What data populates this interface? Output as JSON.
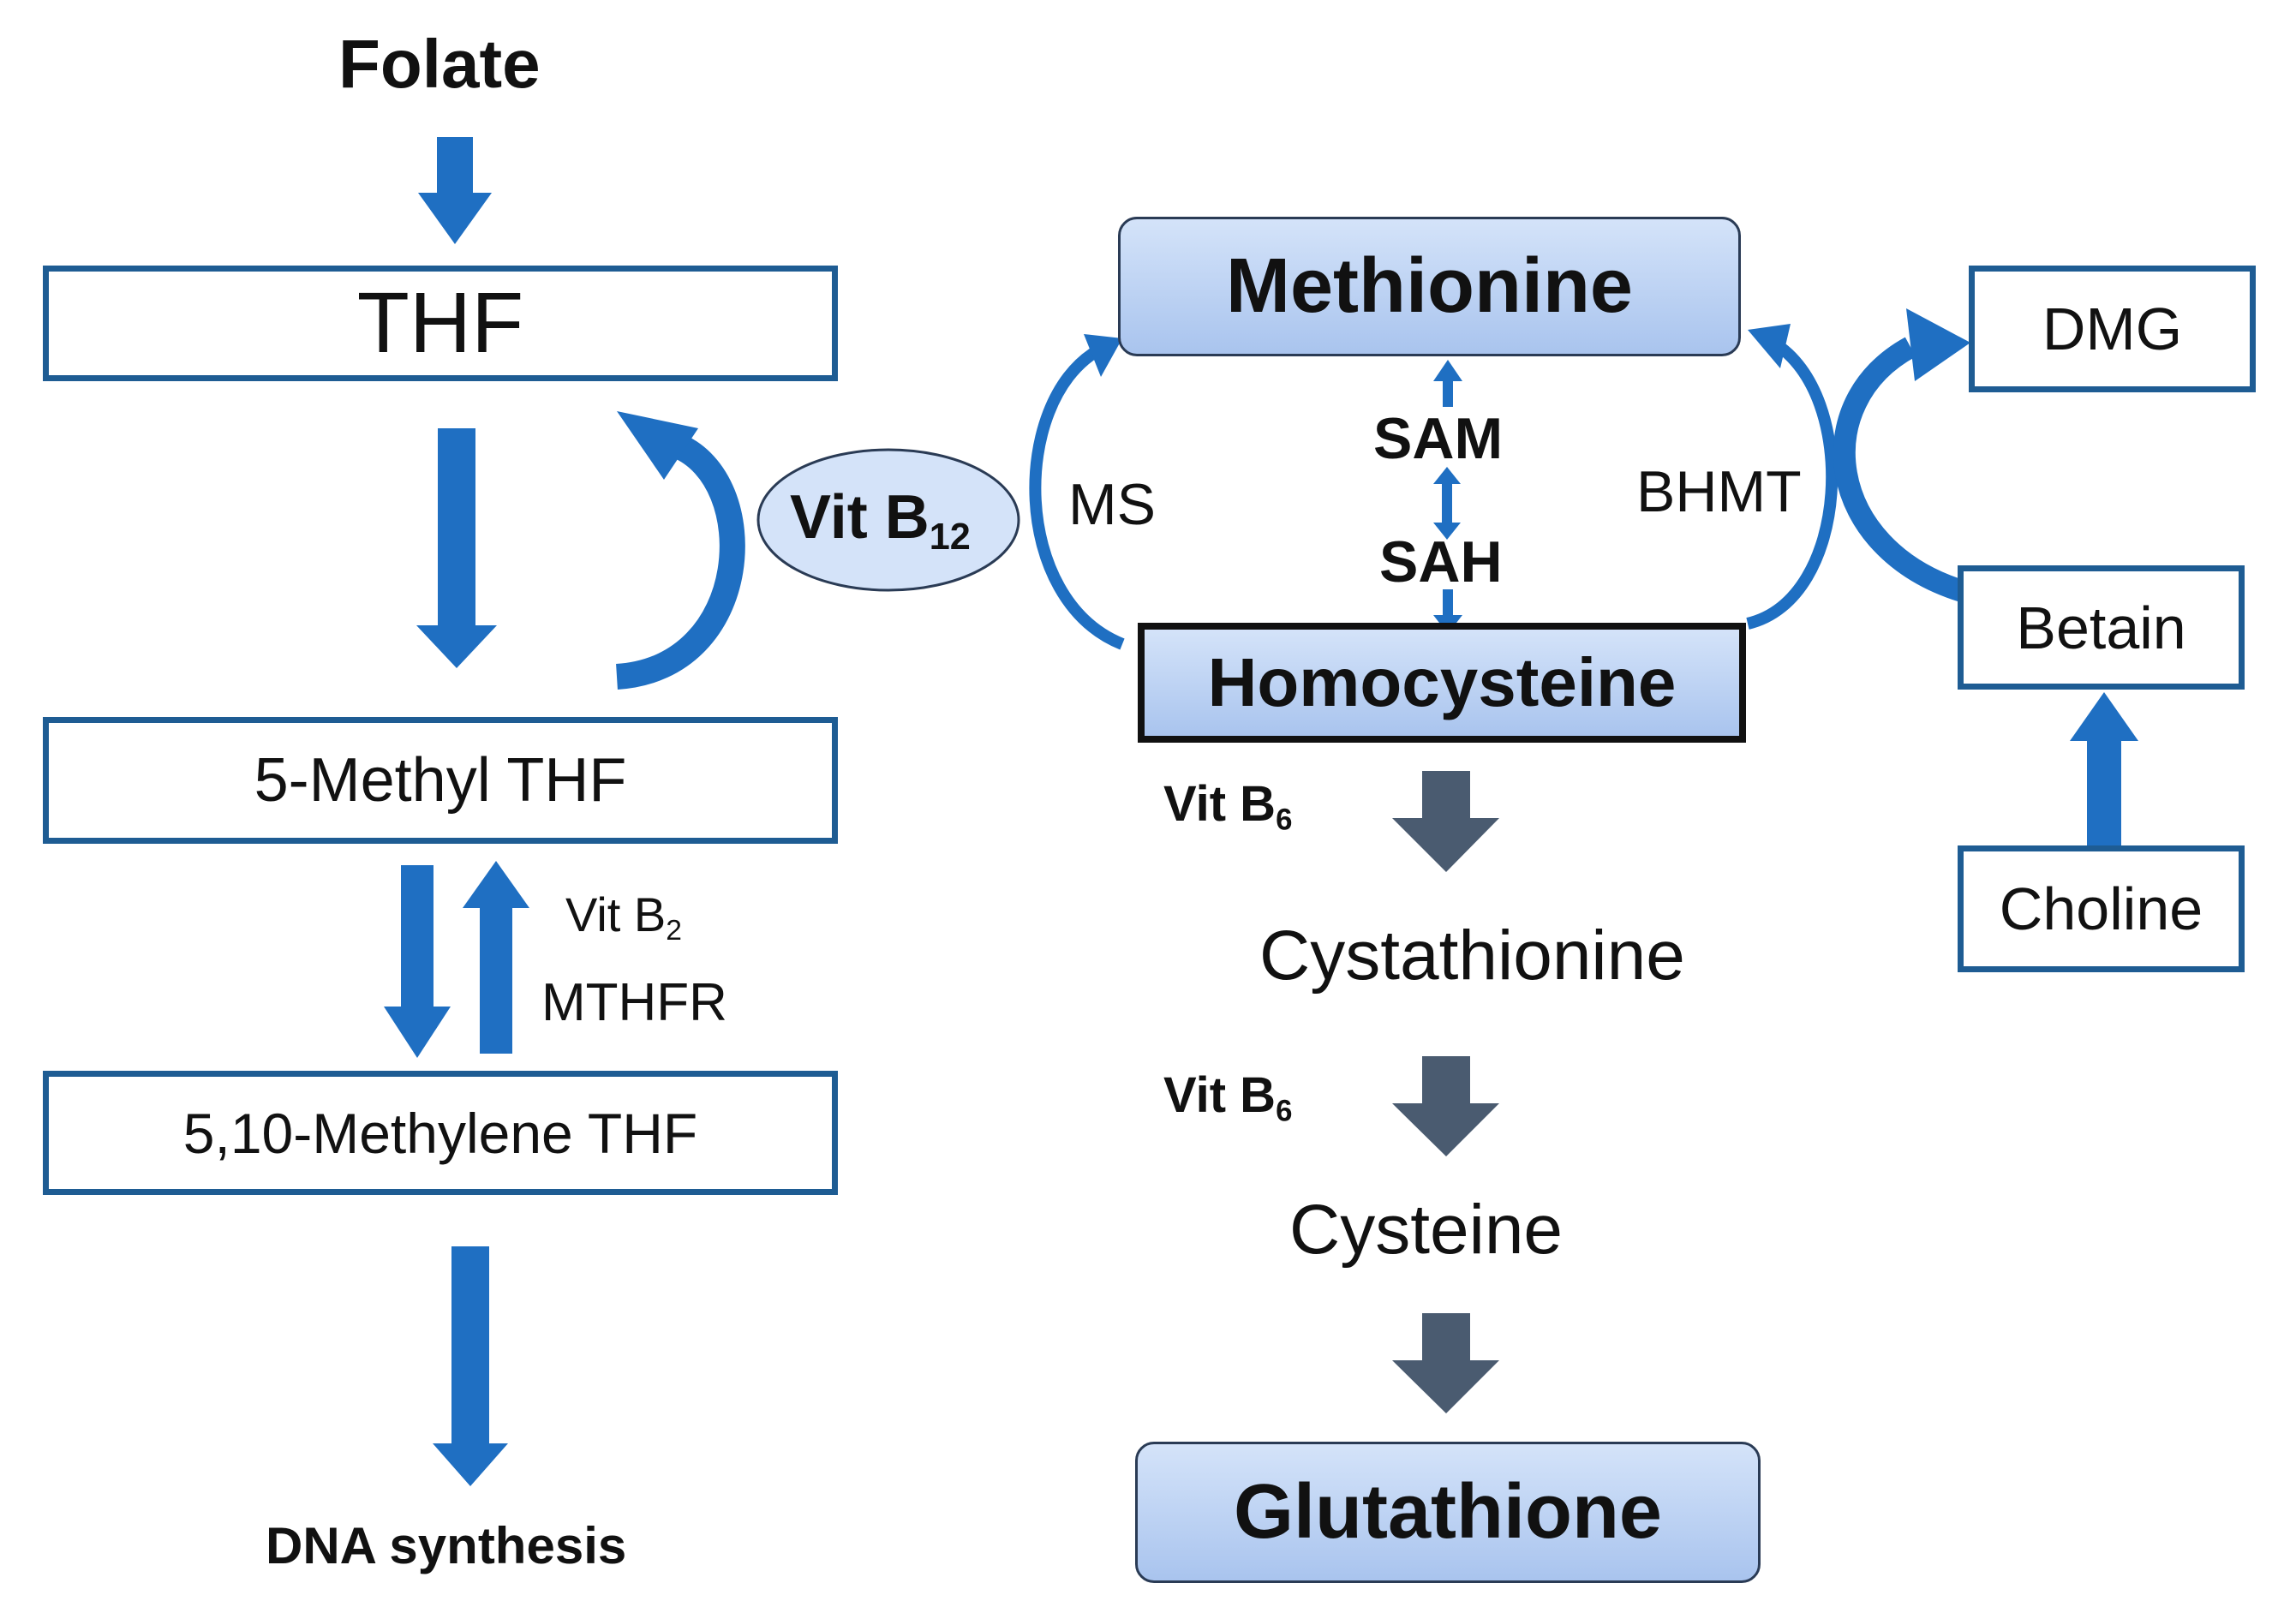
{
  "folate_pathway": {
    "folate": "Folate",
    "thf": "THF",
    "methyl_thf": "5-Methyl THF",
    "methylene_thf": "5,10-Methylene THF",
    "dna_synthesis": "DNA synthesis",
    "vit_b2_base": "Vit B",
    "vit_b2_sub": "2",
    "mthfr": "MTHFR"
  },
  "cofactor": {
    "vit_b12_base": "Vit B",
    "vit_b12_sub": "12"
  },
  "methionine_cycle": {
    "methionine": "Methionine",
    "homocysteine": "Homocysteine",
    "sam": "SAM",
    "sah": "SAH",
    "ms": "MS",
    "bhmt": "BHMT"
  },
  "betaine_pathway": {
    "dmg": "DMG",
    "betain": "Betain",
    "choline": "Choline"
  },
  "transsulfuration": {
    "vit_b6_1_base": "Vit  B",
    "vit_b6_1_sub": "6",
    "cystathionine": "Cystathionine",
    "vit_b6_2_base": "Vit  B",
    "vit_b6_2_sub": "6",
    "cysteine": "Cysteine",
    "glutathione": "Glutathione"
  },
  "colors": {
    "arrow_blue": "#1f6fc2",
    "arrow_gray": "#4a5b70",
    "box_border": "#1e5c93",
    "box_fill_gradient_top": "#d4e3f9",
    "box_fill_gradient_bottom": "#a9c4ee",
    "ellipse_fill": "#d4e3f9"
  }
}
